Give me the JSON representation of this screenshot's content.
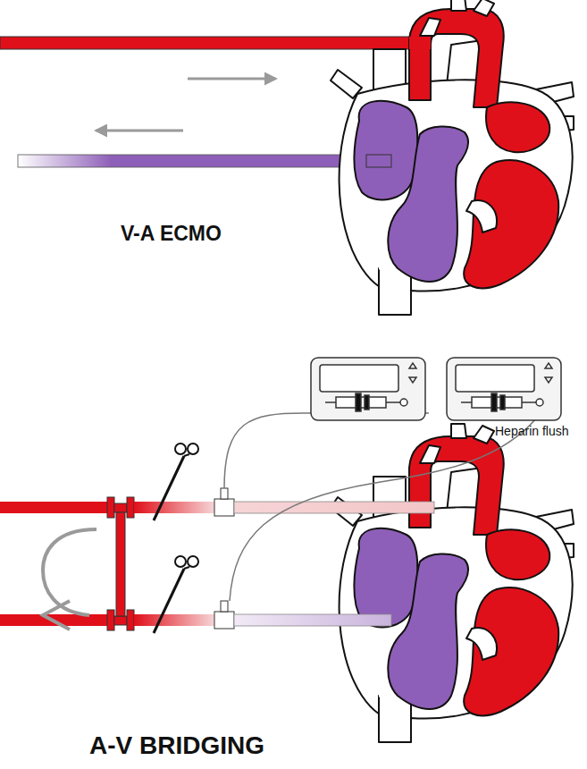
{
  "diagram": {
    "labels": [
      "V-A ECMO",
      "A-V BRIDGING",
      "Heparin flush"
    ]
  }
}
